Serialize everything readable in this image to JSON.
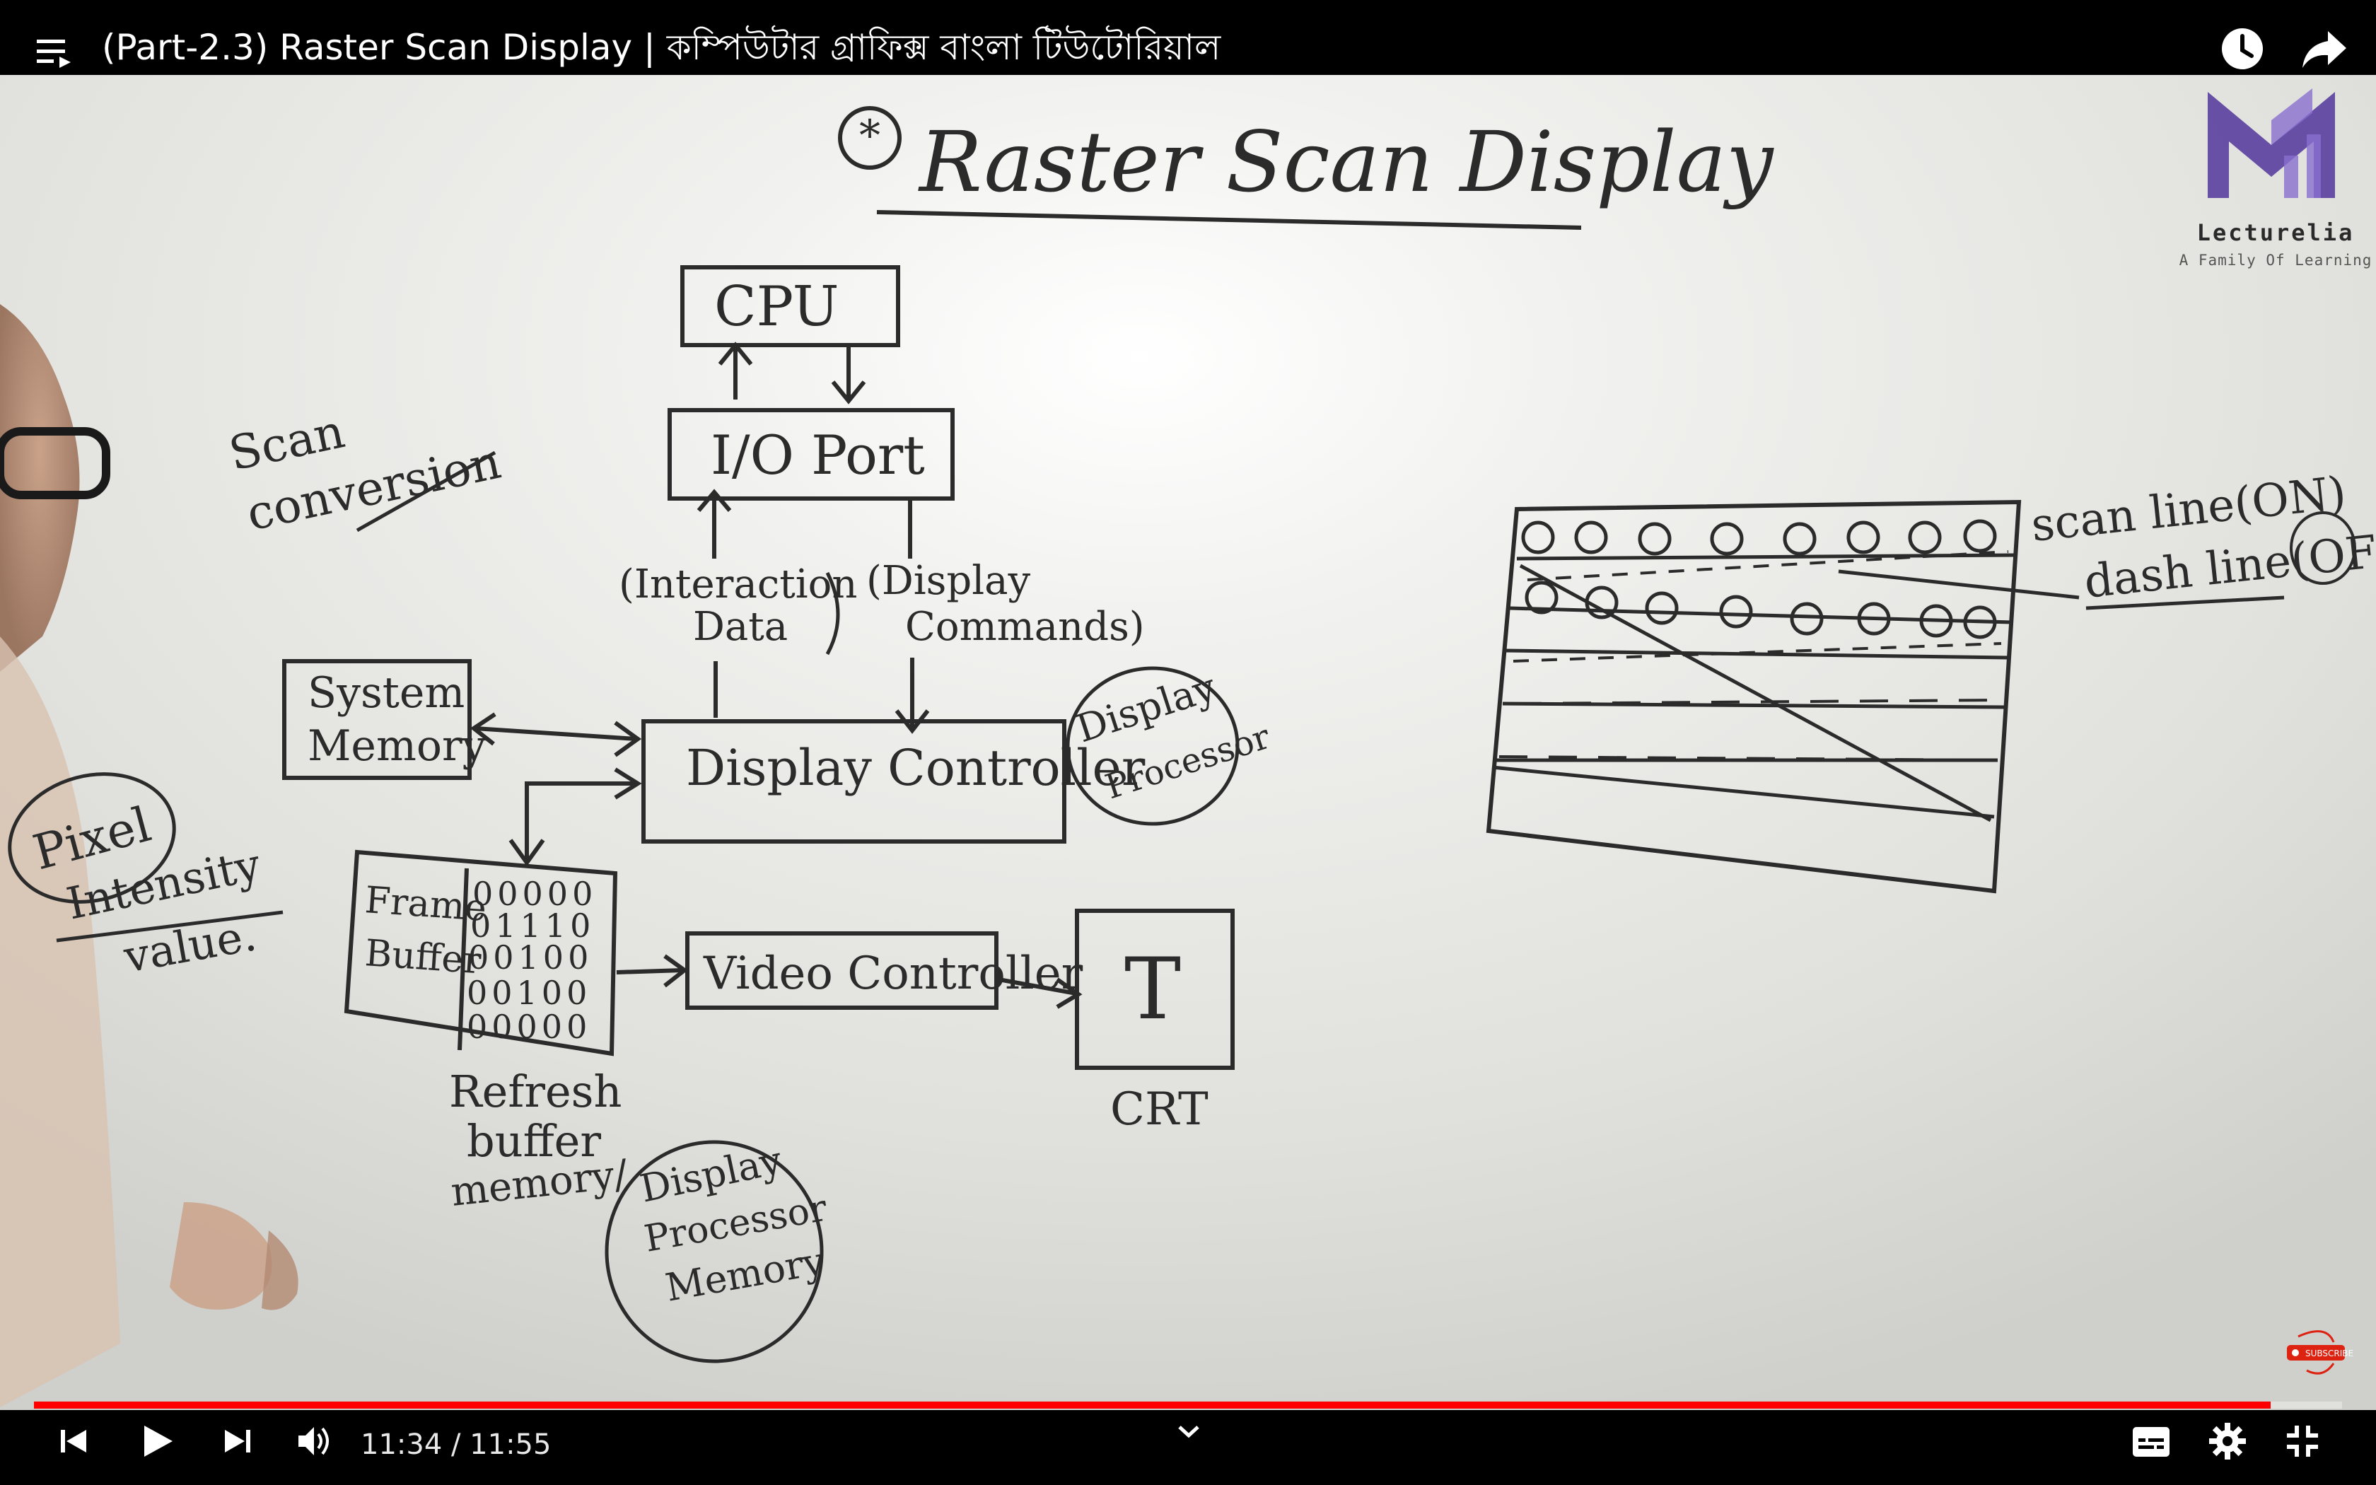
{
  "player": {
    "title": "(Part-2.3) Raster Scan Display | কম্পিউটার গ্রাফিক্স বাংলা টিউটোরিয়াল",
    "time_display": "11:34 / 11:55",
    "progress_fraction": 0.969,
    "subscribe_label": "SUBSCRIBE"
  },
  "brand": {
    "name": "Lecturelia",
    "tagline": "A Family Of Learning"
  },
  "board": {
    "heading": "Raster Scan Display",
    "scan_conversion": [
      "Scan",
      "conversion"
    ],
    "cpu": "CPU",
    "io_port": "I/O Port",
    "interaction_data": [
      "(Interaction",
      "Data"
    ],
    "display_commands": [
      "(Display",
      "Commands)"
    ],
    "system_memory": [
      "System",
      "Memory"
    ],
    "display_controller": "Display Controller",
    "display_processor": [
      "Display",
      "Processor"
    ],
    "frame_buffer": [
      "Frame",
      "Buffer"
    ],
    "buffer_bits": [
      "00000",
      "01110",
      "00100",
      "00100",
      "00000"
    ],
    "video_controller": "Video Controller",
    "crt_symbol": "T",
    "crt": "CRT",
    "pixel_intensity": [
      "Pixel",
      "Intensity",
      "value."
    ],
    "refresh_buffer": [
      "Refresh",
      "buffer",
      "memory/"
    ],
    "display_processor_memory": [
      "Display",
      "Processor",
      "Memory"
    ],
    "scan_line": "scan line(ON)",
    "dash_line": "dash line(OFF)"
  },
  "colors": {
    "progress": "#ff0000",
    "logo": "#5a3fa0"
  }
}
